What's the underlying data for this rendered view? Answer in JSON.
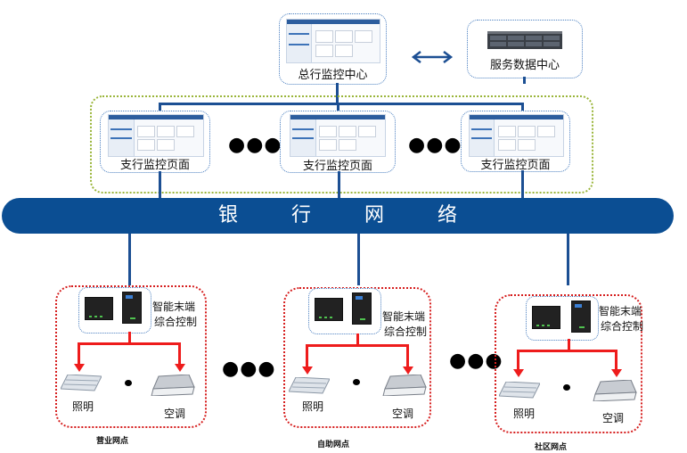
{
  "hq": {
    "monitor_center_label": "总行监控中心",
    "data_center_label": "服务数据中心",
    "link_icon": "double-arrow-icon"
  },
  "branches": {
    "items": [
      {
        "label": "支行监控页面"
      },
      {
        "label": "支行监控页面"
      },
      {
        "label": "支行监控页面"
      }
    ],
    "ellipsis": "●●●"
  },
  "network": {
    "label": "银行网络"
  },
  "sites": {
    "ellipsis": "●●●",
    "items": [
      {
        "name": "营业网点",
        "controller_label_line1": "智能末端",
        "controller_label_line2": "综合控制",
        "lighting_label": "照明",
        "ac_label": "空调"
      },
      {
        "name": "自助网点",
        "controller_label_line1": "智能末端",
        "controller_label_line2": "综合控制",
        "lighting_label": "照明",
        "ac_label": "空调"
      },
      {
        "name": "社区网点",
        "controller_label_line1": "智能末端",
        "controller_label_line2": "综合控制",
        "lighting_label": "照明",
        "ac_label": "空调"
      }
    ]
  },
  "colors": {
    "network_blue": "#0b4e93",
    "link_blue": "#1c4f93",
    "control_red": "#ee1c1c",
    "site_border_red": "#d61f1f",
    "branch_group_green": "#9ab53a"
  }
}
